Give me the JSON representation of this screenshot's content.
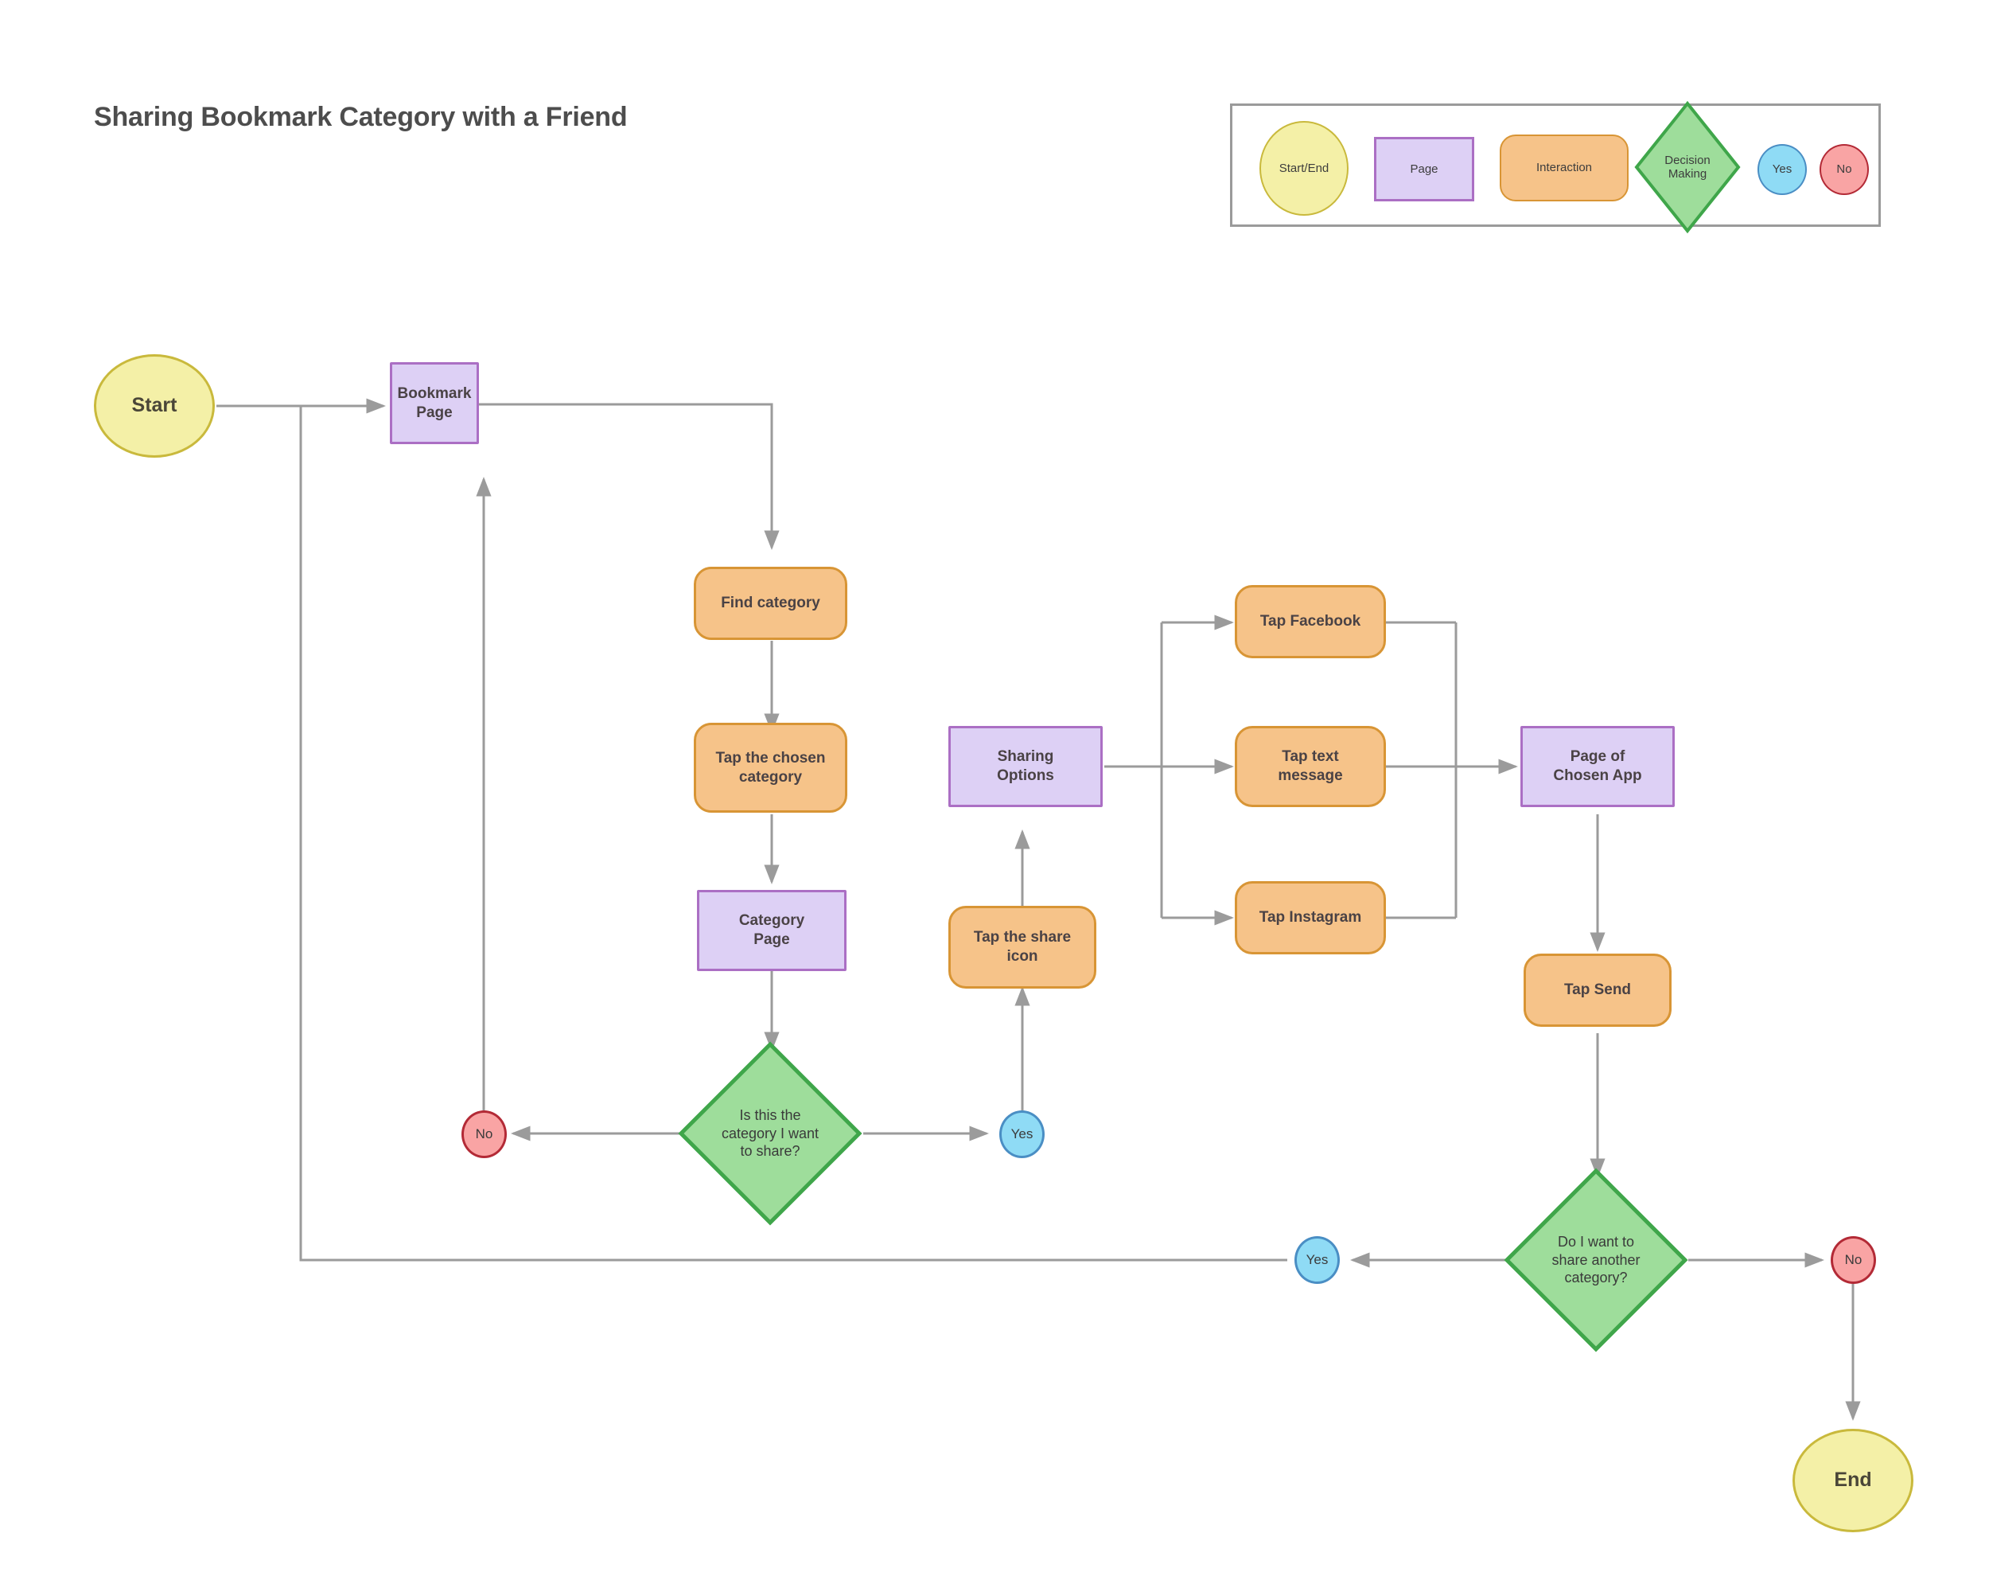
{
  "page_title": "Sharing Bookmark Category with a Friend",
  "colors": {
    "terminal_fill": "#f4f0a7",
    "terminal_stroke": "#c9b93c",
    "page_fill": "#ddd0f5",
    "page_stroke": "#ab6fc4",
    "interaction_fill": "#f6c389",
    "interaction_stroke": "#d89535",
    "decision_fill": "#9edd9b",
    "decision_stroke": "#3fa64a",
    "yes_fill": "#8fdbf5",
    "yes_stroke": "#4a8ec4",
    "no_fill": "#f9a4a4",
    "no_stroke": "#b32a36",
    "connector": "#9b9b9b",
    "legend_border": "#9a9a9a",
    "title_text": "#4d4d4d"
  },
  "legend": {
    "items": [
      {
        "label": "Start/End",
        "shape": "ellipse"
      },
      {
        "label": "Page",
        "shape": "rectangle"
      },
      {
        "label": "Interaction",
        "shape": "rounded-rectangle"
      },
      {
        "label": "Decision Making",
        "shape": "diamond"
      },
      {
        "label": "Yes",
        "shape": "circle"
      },
      {
        "label": "No",
        "shape": "circle"
      }
    ]
  },
  "flowchart": {
    "type": "flowchart",
    "nodes": [
      {
        "id": "start",
        "label": "Start",
        "type": "terminal"
      },
      {
        "id": "bookmark_page",
        "label": "Bookmark\nPage",
        "type": "page"
      },
      {
        "id": "find_category",
        "label": "Find category",
        "type": "interaction"
      },
      {
        "id": "tap_chosen",
        "label": "Tap the chosen\ncategory",
        "type": "interaction"
      },
      {
        "id": "category_page",
        "label": "Category\nPage",
        "type": "page"
      },
      {
        "id": "decision_category",
        "label": "Is this the\ncategory I want\nto share?",
        "type": "decision"
      },
      {
        "id": "no_1",
        "label": "No",
        "type": "no"
      },
      {
        "id": "yes_1",
        "label": "Yes",
        "type": "yes"
      },
      {
        "id": "tap_share_icon",
        "label": "Tap the share\nicon",
        "type": "interaction"
      },
      {
        "id": "sharing_options",
        "label": "Sharing\nOptions",
        "type": "page"
      },
      {
        "id": "tap_facebook",
        "label": "Tap Facebook",
        "type": "interaction"
      },
      {
        "id": "tap_text",
        "label": "Tap text\nmessage",
        "type": "interaction"
      },
      {
        "id": "tap_instagram",
        "label": "Tap Instagram",
        "type": "interaction"
      },
      {
        "id": "page_chosen_app",
        "label": "Page of\nChosen App",
        "type": "page"
      },
      {
        "id": "tap_send",
        "label": "Tap Send",
        "type": "interaction"
      },
      {
        "id": "decision_another",
        "label": "Do I want to\nshare another\ncategory?",
        "type": "decision"
      },
      {
        "id": "yes_2",
        "label": "Yes",
        "type": "yes"
      },
      {
        "id": "no_2",
        "label": "No",
        "type": "no"
      },
      {
        "id": "end",
        "label": "End",
        "type": "terminal"
      }
    ],
    "edges": [
      {
        "from": "start",
        "to": "bookmark_page"
      },
      {
        "from": "bookmark_page",
        "to": "find_category"
      },
      {
        "from": "find_category",
        "to": "tap_chosen"
      },
      {
        "from": "tap_chosen",
        "to": "category_page"
      },
      {
        "from": "category_page",
        "to": "decision_category"
      },
      {
        "from": "decision_category",
        "to": "no_1"
      },
      {
        "from": "decision_category",
        "to": "yes_1"
      },
      {
        "from": "no_1",
        "to": "bookmark_page"
      },
      {
        "from": "yes_1",
        "to": "tap_share_icon"
      },
      {
        "from": "tap_share_icon",
        "to": "sharing_options"
      },
      {
        "from": "sharing_options",
        "to": "tap_facebook"
      },
      {
        "from": "sharing_options",
        "to": "tap_text"
      },
      {
        "from": "sharing_options",
        "to": "tap_instagram"
      },
      {
        "from": "tap_facebook",
        "to": "page_chosen_app"
      },
      {
        "from": "tap_text",
        "to": "page_chosen_app"
      },
      {
        "from": "tap_instagram",
        "to": "page_chosen_app"
      },
      {
        "from": "page_chosen_app",
        "to": "tap_send"
      },
      {
        "from": "tap_send",
        "to": "decision_another"
      },
      {
        "from": "decision_another",
        "to": "yes_2"
      },
      {
        "from": "decision_another",
        "to": "no_2"
      },
      {
        "from": "yes_2",
        "to": "bookmark_page"
      },
      {
        "from": "no_2",
        "to": "end"
      }
    ]
  },
  "nodes": {
    "start": "Start",
    "bookmark_page_l1": "Bookmark",
    "bookmark_page_l2": "Page",
    "find_category": "Find category",
    "tap_chosen_l1": "Tap the chosen",
    "tap_chosen_l2": "category",
    "category_page_l1": "Category",
    "category_page_l2": "Page",
    "decision_category_l1": "Is this the",
    "decision_category_l2": "category I want",
    "decision_category_l3": "to share?",
    "no_1": "No",
    "yes_1": "Yes",
    "tap_share_icon_l1": "Tap the share",
    "tap_share_icon_l2": "icon",
    "sharing_options_l1": "Sharing",
    "sharing_options_l2": "Options",
    "tap_facebook": "Tap Facebook",
    "tap_text_l1": "Tap text",
    "tap_text_l2": "message",
    "tap_instagram": "Tap Instagram",
    "page_chosen_app_l1": "Page of",
    "page_chosen_app_l2": "Chosen App",
    "tap_send": "Tap Send",
    "decision_another_l1": "Do I want to",
    "decision_another_l2": "share another",
    "decision_another_l3": "category?",
    "yes_2": "Yes",
    "no_2": "No",
    "end": "End"
  },
  "legend_labels": {
    "start_end": "Start/End",
    "page": "Page",
    "interaction": "Interaction",
    "decision_l1": "Decision",
    "decision_l2": "Making",
    "yes": "Yes",
    "no": "No"
  }
}
